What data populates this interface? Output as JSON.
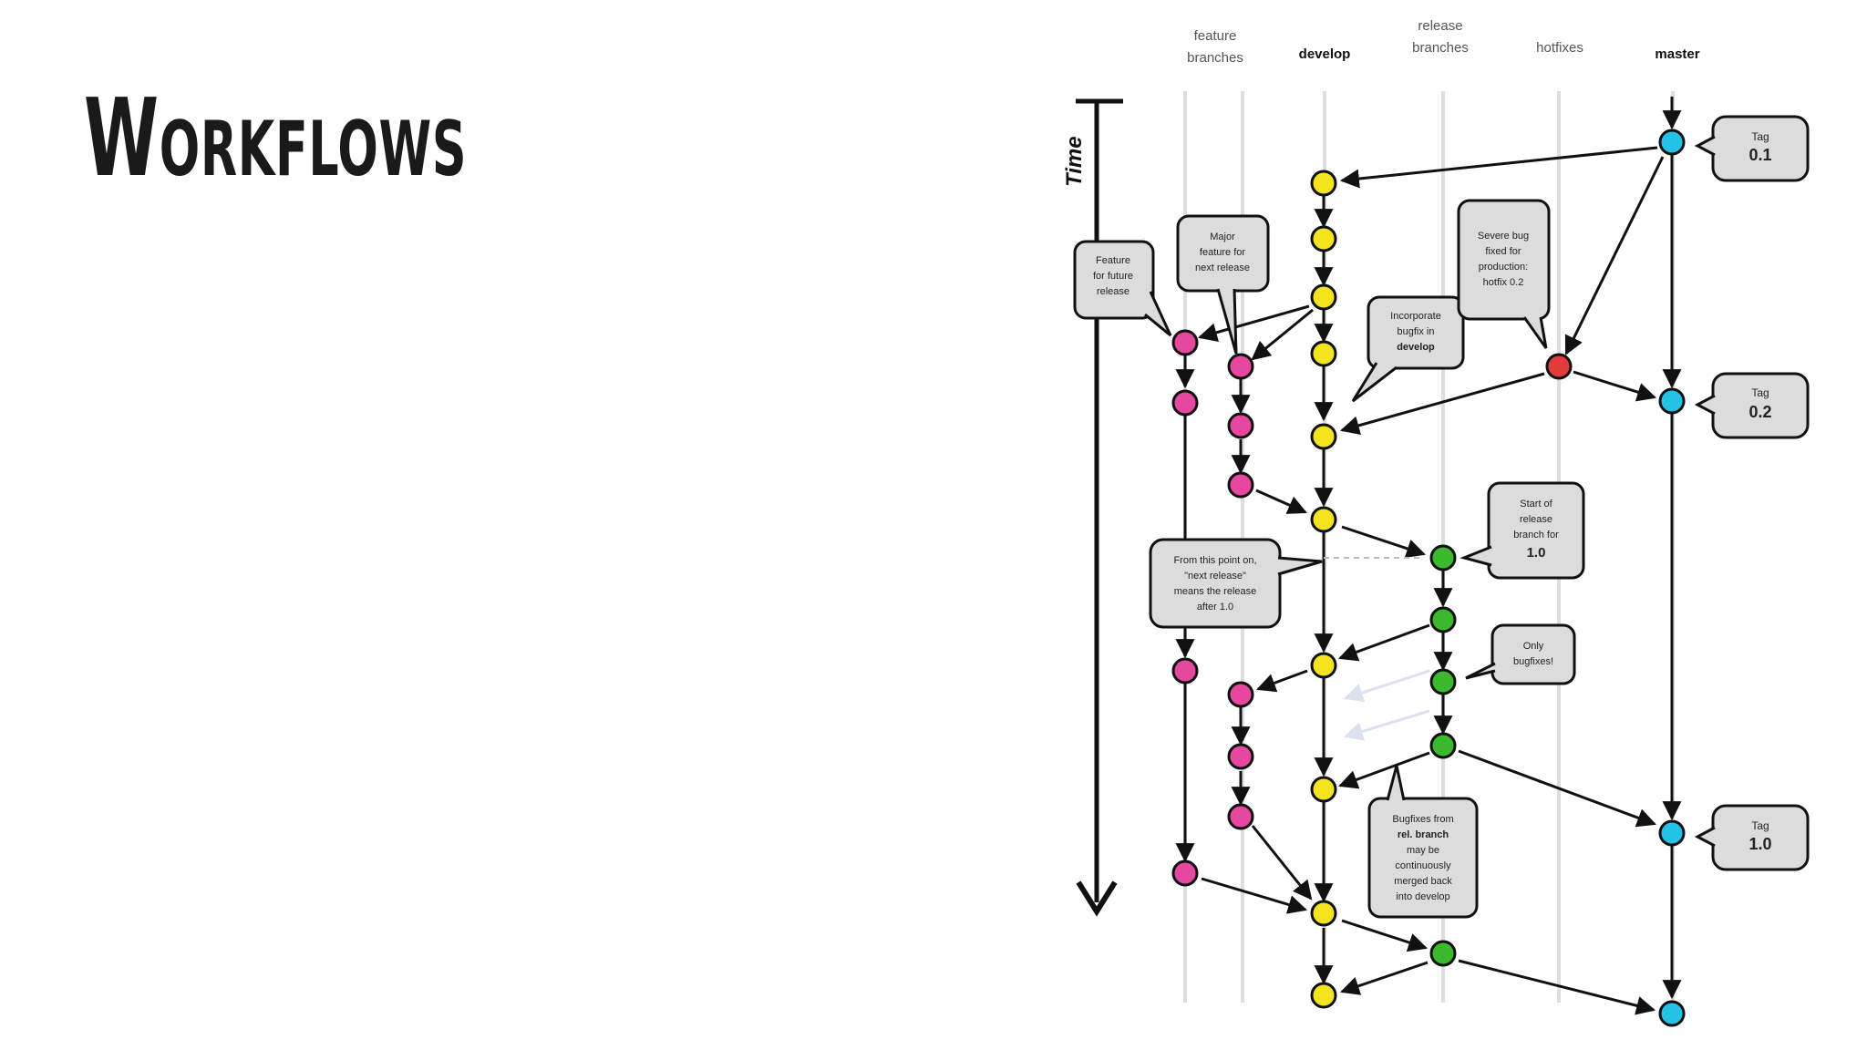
{
  "slide": {
    "title": "Workflows"
  },
  "diagram": {
    "columns": {
      "feature": [
        "feature",
        "branches"
      ],
      "develop": [
        "develop"
      ],
      "release": [
        "release",
        "branches"
      ],
      "hotfixes": [
        "hotfixes"
      ],
      "master": [
        "master"
      ]
    },
    "time_label": "Time",
    "colors": {
      "feature": "#e6479f",
      "develop": "#f3e41d",
      "release": "#3cb82e",
      "hotfix": "#e23b3b",
      "master": "#25c2e8",
      "line": "#111111",
      "lane": "#d9d9d9",
      "bubble": "#dcdcdc"
    },
    "callouts": {
      "tag01": {
        "line1": "Tag",
        "line2": "0.1"
      },
      "tag02": {
        "line1": "Tag",
        "line2": "0.2"
      },
      "tag10": {
        "line1": "Tag",
        "line2": "1.0"
      },
      "future": [
        "Feature",
        "for future",
        "release"
      ],
      "major": [
        "Major",
        "feature for",
        "next release"
      ],
      "incorporate": [
        "Incorporate",
        "bugfix in",
        "develop"
      ],
      "severe": [
        "Severe bug",
        "fixed for",
        "production:",
        "hotfix 0.2"
      ],
      "start": [
        "Start of",
        "release",
        "branch for",
        "1.0"
      ],
      "frompoint": [
        "From this point on,",
        "\"next release\"",
        "means the release",
        "after 1.0"
      ],
      "onlybug": [
        "Only",
        "bugfixes!"
      ],
      "bugfixes": [
        "Bugfixes from",
        "rel. branch",
        "may be",
        "continuously",
        "merged back",
        "into develop"
      ]
    }
  }
}
